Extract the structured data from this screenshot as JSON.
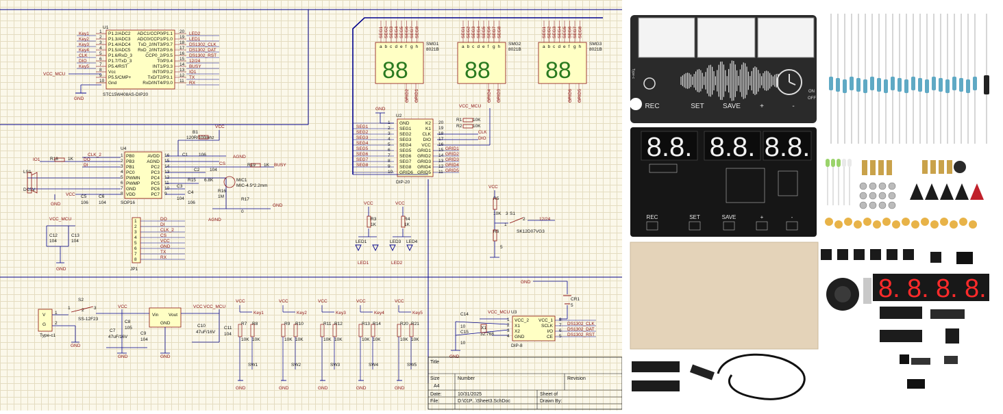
{
  "u1": {
    "ref": "U1",
    "part": "STC15W408AS-DIP20",
    "left_nets": [
      "Key1",
      "Key2",
      "Key3",
      "Key4",
      "CLK",
      "DIO",
      "Key5"
    ],
    "left_pins": [
      "P1.2/ADC2",
      "P1.3/ADC3",
      "P1.4/ADC4",
      "P1.5/ADC5",
      "P1.6/RxD_3",
      "P1.7/TxD_3",
      "P5.4/RST",
      "Vcc",
      "P5.5/CMP+",
      "Gnd"
    ],
    "left_nums": [
      "1",
      "2",
      "3",
      "4",
      "5",
      "6",
      "7",
      "8",
      "9",
      "10"
    ],
    "right_pins": [
      "ADC1/CCP0/P1.1",
      "ADC0/CCP1/P1.0",
      "TxD_2/INT3/P3.7",
      "RxD_2/INT2/P3.6",
      "CCP0_2/P3.5",
      "T0/P3.4",
      "INT1/P3.3",
      "INT0/P3.2",
      "TxD/T2/P3.1",
      "RxD/INT4/P3.0"
    ],
    "right_nums": [
      "20",
      "19",
      "18",
      "17",
      "16",
      "15",
      "14",
      "13",
      "12",
      "11"
    ],
    "right_nets": [
      "LED2",
      "LED1",
      "DS1302_CLK",
      "DS1302_DAT",
      "DS1302_RST",
      "12/24",
      "BUSY",
      "IO1",
      "TX",
      "RX"
    ],
    "vcc_label": "VCC_MCU",
    "gnd_label": "GND"
  },
  "u4": {
    "ref": "U4",
    "part": "SOP16",
    "left_pins": [
      "PB0",
      "PB3",
      "PB1",
      "PC0",
      "PWMN",
      "PWMP",
      "GND",
      "VDD"
    ],
    "left_nums": [
      "1",
      "2",
      "3",
      "4",
      "5",
      "6",
      "7",
      "8"
    ],
    "right_pins": [
      "AVDD",
      "AGND",
      "PC2",
      "PC3",
      "PC4",
      "PC5",
      "PC6",
      "PC7"
    ],
    "right_nums": [
      "16",
      "15",
      "14",
      "13",
      "12",
      "11",
      "10",
      "9"
    ],
    "nets": [
      "IO1",
      "CLK_2",
      "DO",
      "DI",
      "BUSY",
      "AGND",
      "CS",
      "VCC"
    ],
    "resistors": [
      "R18",
      "1K",
      "R19",
      "1K"
    ],
    "bead": [
      "B1",
      "120R/100mhz"
    ],
    "caps": [
      "C1",
      "106",
      "C2",
      "104",
      "C3",
      "104",
      "C4",
      "106",
      "C5",
      "106",
      "C6",
      "104"
    ],
    "mic": [
      "MIC1",
      "MIC-4.5*2.2mm"
    ],
    "r15": [
      "R15",
      "6.8K"
    ],
    "r16": [
      "R16",
      "1M"
    ],
    "r17": [
      "R17",
      "0"
    ],
    "speaker": [
      "LS1",
      "DC5V"
    ],
    "gnd_labels": [
      "GND",
      "AGND",
      "GND"
    ]
  },
  "jp1": {
    "ref": "JP1",
    "nums": [
      "1",
      "2",
      "3",
      "4",
      "5",
      "6",
      "7",
      "8"
    ],
    "nets": [
      "DO",
      "DI",
      "CLK_2",
      "CS",
      "VCC",
      "GND",
      "TX",
      "RX"
    ],
    "c12": [
      "VCC_MCU",
      "C12",
      "104",
      "C13",
      "104",
      "GND"
    ]
  },
  "smg": [
    {
      "ref": "SMG1",
      "part": "8021B",
      "grids": [
        "GRID2",
        "GRID1"
      ]
    },
    {
      "ref": "SMG2",
      "part": "8021B",
      "grids": [
        "GRID4",
        "GRID3"
      ]
    },
    {
      "ref": "SMG3",
      "part": "8021B",
      "grids": [
        "GRID6",
        "GRID5"
      ]
    }
  ],
  "seg_pins": [
    "a",
    "b",
    "c",
    "d",
    "e",
    "f",
    "g",
    "h"
  ],
  "seg_nets": [
    "SEG1",
    "SEG2",
    "SEG3",
    "SEG4",
    "SEG5",
    "SEG6",
    "SEG7",
    "SEG8"
  ],
  "u2": {
    "ref": "U2",
    "part": "DIP-20",
    "left_pins": [
      "GND",
      "SEG1",
      "SEG2",
      "SEG3",
      "SEG4",
      "SEG5",
      "SEG6",
      "SEG7",
      "SEG8",
      "GRID6"
    ],
    "left_nums": [
      "1",
      "2",
      "3",
      "4",
      "5",
      "6",
      "7",
      "8",
      "9",
      "10"
    ],
    "right_pins": [
      "K2",
      "K1",
      "CLK",
      "DIO",
      "VCC",
      "GRID1",
      "GRID2",
      "GRID3",
      "GRID4",
      "GRID5"
    ],
    "right_nums": [
      "20",
      "19",
      "18",
      "17",
      "16",
      "15",
      "14",
      "13",
      "12",
      "11"
    ],
    "right_nets": [
      "GRID1",
      "GRID2",
      "GRID3",
      "GRID4",
      "GRID5"
    ],
    "r1": [
      "R1",
      "10K"
    ],
    "r2": [
      "R2",
      "10K"
    ],
    "nets": [
      "VCC_MCU",
      "CLK",
      "DIO",
      "GND"
    ]
  },
  "leds": {
    "r3": [
      "VCC",
      "R3",
      "1K",
      "LED1",
      "LED1"
    ],
    "r4": [
      "VCC",
      "R4",
      "1K",
      "LED3",
      "LED4",
      "LED2"
    ]
  },
  "switch": {
    "r5": [
      "VCC",
      "R5",
      "10K",
      "3"
    ],
    "s1": [
      "S1",
      "SK12D07VG3",
      "12/24",
      "1",
      "2"
    ],
    "r6": [
      "R6",
      "5"
    ]
  },
  "power": {
    "usb": [
      "V",
      "G",
      "Type-c1",
      "1",
      "2"
    ],
    "s2": [
      "S2",
      "SS-12F23",
      "1",
      "2",
      "3"
    ],
    "caps": [
      "C7",
      "47uF/16V",
      "C8",
      "105",
      "C9",
      "104",
      "C10",
      "47uF/16V",
      "C11",
      "104"
    ],
    "reg": [
      "Vin",
      "Vout",
      "GND"
    ],
    "labels": [
      "VCC",
      "VCC",
      "VCC_MCU",
      "GND",
      "GND",
      "GND"
    ]
  },
  "keys": [
    {
      "key": "Key1",
      "ra": "R7",
      "rb": "R8",
      "sw": "SW1"
    },
    {
      "key": "Key2",
      "ra": "R9",
      "rb": "R10",
      "sw": "SW2"
    },
    {
      "key": "Key3",
      "ra": "R11",
      "rb": "R12",
      "sw": "SW3"
    },
    {
      "key": "Key4",
      "ra": "R13",
      "rb": "R14",
      "sw": "SW4"
    },
    {
      "key": "Key5",
      "ra": "R20",
      "rb": "R21",
      "sw": "SW5"
    }
  ],
  "key_value": "10K",
  "key_vcc": "VCC",
  "key_gnd": "GND",
  "rtc": {
    "ref": "U3",
    "part": "DIP-8",
    "left_pins": [
      "VCC_2",
      "X1",
      "X2",
      "GND"
    ],
    "left_nums": [
      "1",
      "2",
      "3",
      "4"
    ],
    "right_pins": [
      "VCC_1",
      "SCLK",
      "I/O",
      "CE"
    ],
    "right_nums": [
      "8",
      "7",
      "6",
      "5"
    ],
    "nets": [
      "DS1302_CLK",
      "DS1302_DAT",
      "DS1302_RST"
    ],
    "vcc": "VCC_MCU",
    "c14": [
      "C14",
      "10"
    ],
    "c15": [
      "C15",
      "10"
    ],
    "xtal": [
      "X1",
      "32.768"
    ],
    "cr1": [
      "CR1",
      "5"
    ],
    "gnd": [
      "GND",
      "GND"
    ]
  },
  "title_block": {
    "title": "Title",
    "size": "Size",
    "size_val": "A4",
    "number": "Number",
    "revision": "Revision",
    "date": "Date:",
    "date_val": "10/31/2025",
    "sheet": "Sheet   of",
    "file": "File:",
    "file_val": "D:\\01P...\\Sheet3.SchDoc",
    "drawn": "Drawn By:"
  },
  "kit": {
    "panel_buttons": [
      "REC",
      "SET",
      "SAVE",
      "+",
      "-"
    ],
    "panel_side": [
      "ON",
      "OFF"
    ],
    "panel_side_label": "Type-c",
    "pcb_buttons": [
      "REC",
      "SET",
      "SAVE",
      "+",
      "-"
    ],
    "display_digits": "88.88.88",
    "loose_display_digits": "8888"
  },
  "colors": {
    "wire": "#00008b",
    "label": "#8b1010",
    "body": "#ffffc4",
    "display_red": "#ff2a2a",
    "panel": "#2a2a2a"
  }
}
